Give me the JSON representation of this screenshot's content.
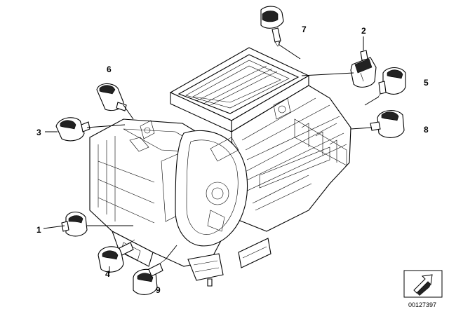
{
  "callouts": [
    {
      "id": "1",
      "label": "1"
    },
    {
      "id": "2",
      "label": "2"
    },
    {
      "id": "3",
      "label": "3"
    },
    {
      "id": "4",
      "label": "4"
    },
    {
      "id": "5",
      "label": "5"
    },
    {
      "id": "6",
      "label": "6"
    },
    {
      "id": "7",
      "label": "7"
    },
    {
      "id": "8",
      "label": "8"
    },
    {
      "id": "9",
      "label": "9"
    }
  ],
  "drawing_number": "00127397",
  "icons": {
    "direction_arrow": "arrow-icon"
  }
}
